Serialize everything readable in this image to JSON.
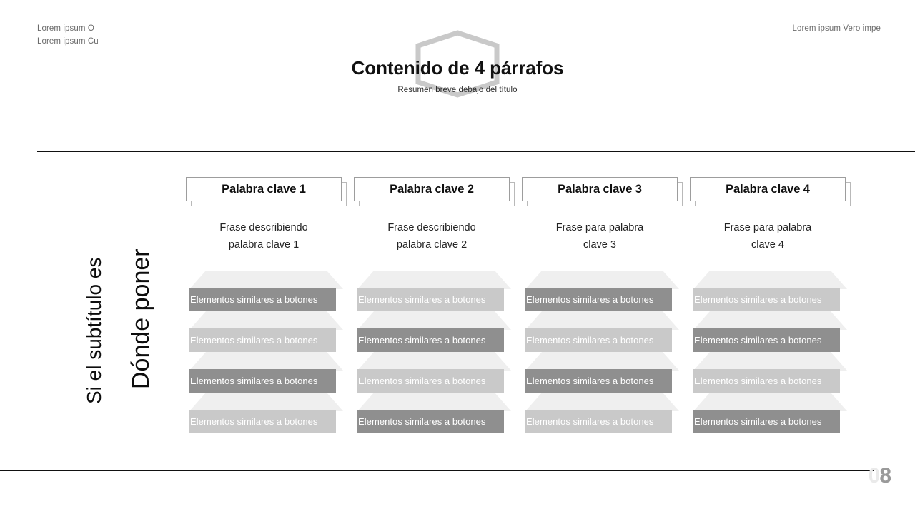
{
  "header": {
    "meta_left_line1": "Lorem ipsum O",
    "meta_left_line2": "Lorem ipsum Cu",
    "meta_right": "Lorem ipsum Vero impe"
  },
  "title": {
    "main": "Contenido de 4 párrafos",
    "brief": "Resumen breve debajo del título",
    "decoration_icon": "hexagon-outline-icon",
    "decoration_color": "#c9c9c9"
  },
  "side_label": {
    "line1": "Dónde poner",
    "line2": "Si el subtítulo es"
  },
  "columns": [
    {
      "keyword": "Palabra clave 1",
      "phrase_line1": "Frase describiendo",
      "phrase_line2": "palabra clave 1",
      "buttons": [
        {
          "label": "Elementos similares a botones",
          "tone": "dark"
        },
        {
          "label": "Elementos similares a botones",
          "tone": "light"
        },
        {
          "label": "Elementos similares a botones",
          "tone": "dark"
        },
        {
          "label": "Elementos similares a botones",
          "tone": "light"
        }
      ]
    },
    {
      "keyword": "Palabra clave 2",
      "phrase_line1": "Frase describiendo",
      "phrase_line2": "palabra clave 2",
      "buttons": [
        {
          "label": "Elementos similares a botones",
          "tone": "light"
        },
        {
          "label": "Elementos similares a botones",
          "tone": "dark"
        },
        {
          "label": "Elementos similares a botones",
          "tone": "light"
        },
        {
          "label": "Elementos similares a botones",
          "tone": "dark"
        }
      ]
    },
    {
      "keyword": "Palabra clave 3",
      "phrase_line1": "Frase para palabra",
      "phrase_line2": "clave 3",
      "buttons": [
        {
          "label": "Elementos similares a botones",
          "tone": "dark"
        },
        {
          "label": "Elementos similares a botones",
          "tone": "light"
        },
        {
          "label": "Elementos similares a botones",
          "tone": "dark"
        },
        {
          "label": "Elementos similares a botones",
          "tone": "light"
        }
      ]
    },
    {
      "keyword": "Palabra clave 4",
      "phrase_line1": "Frase para palabra",
      "phrase_line2": "clave 4",
      "buttons": [
        {
          "label": "Elementos similares a botones",
          "tone": "light"
        },
        {
          "label": "Elementos similares a botones",
          "tone": "dark"
        },
        {
          "label": "Elementos similares a botones",
          "tone": "light"
        },
        {
          "label": "Elementos similares a botones",
          "tone": "dark"
        }
      ]
    }
  ],
  "footer": {
    "page_number_leading": "0",
    "page_number_digit": "8"
  },
  "colors": {
    "button_dark": "#8f8f8f",
    "button_light": "#c9c9c9",
    "button_top_light": "#efefef",
    "rule": "#111111",
    "meta_text": "#6b6b6b"
  }
}
